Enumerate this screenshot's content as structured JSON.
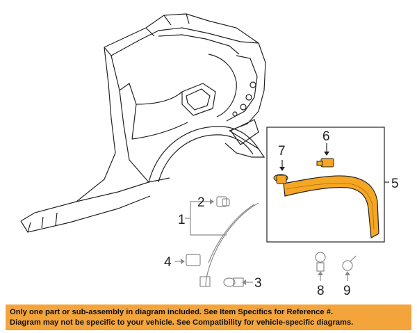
{
  "callouts": {
    "c1": "1",
    "c2": "2",
    "c3": "3",
    "c4": "4",
    "c5": "5",
    "c6": "6",
    "c7": "7",
    "c8": "8",
    "c9": "9"
  },
  "banner": {
    "line1": "Only one part or sub-assembly in diagram included. See Item Specifics for Reference #.",
    "line2": "Diagram may not be specific to your vehicle. See Compatibility for vehicle-specific diagrams."
  },
  "colors": {
    "highlight_part": "#f5a623",
    "banner_background": "#f3a43b",
    "line_art": "#222222",
    "secondary_parts": "#8a8a8a"
  }
}
